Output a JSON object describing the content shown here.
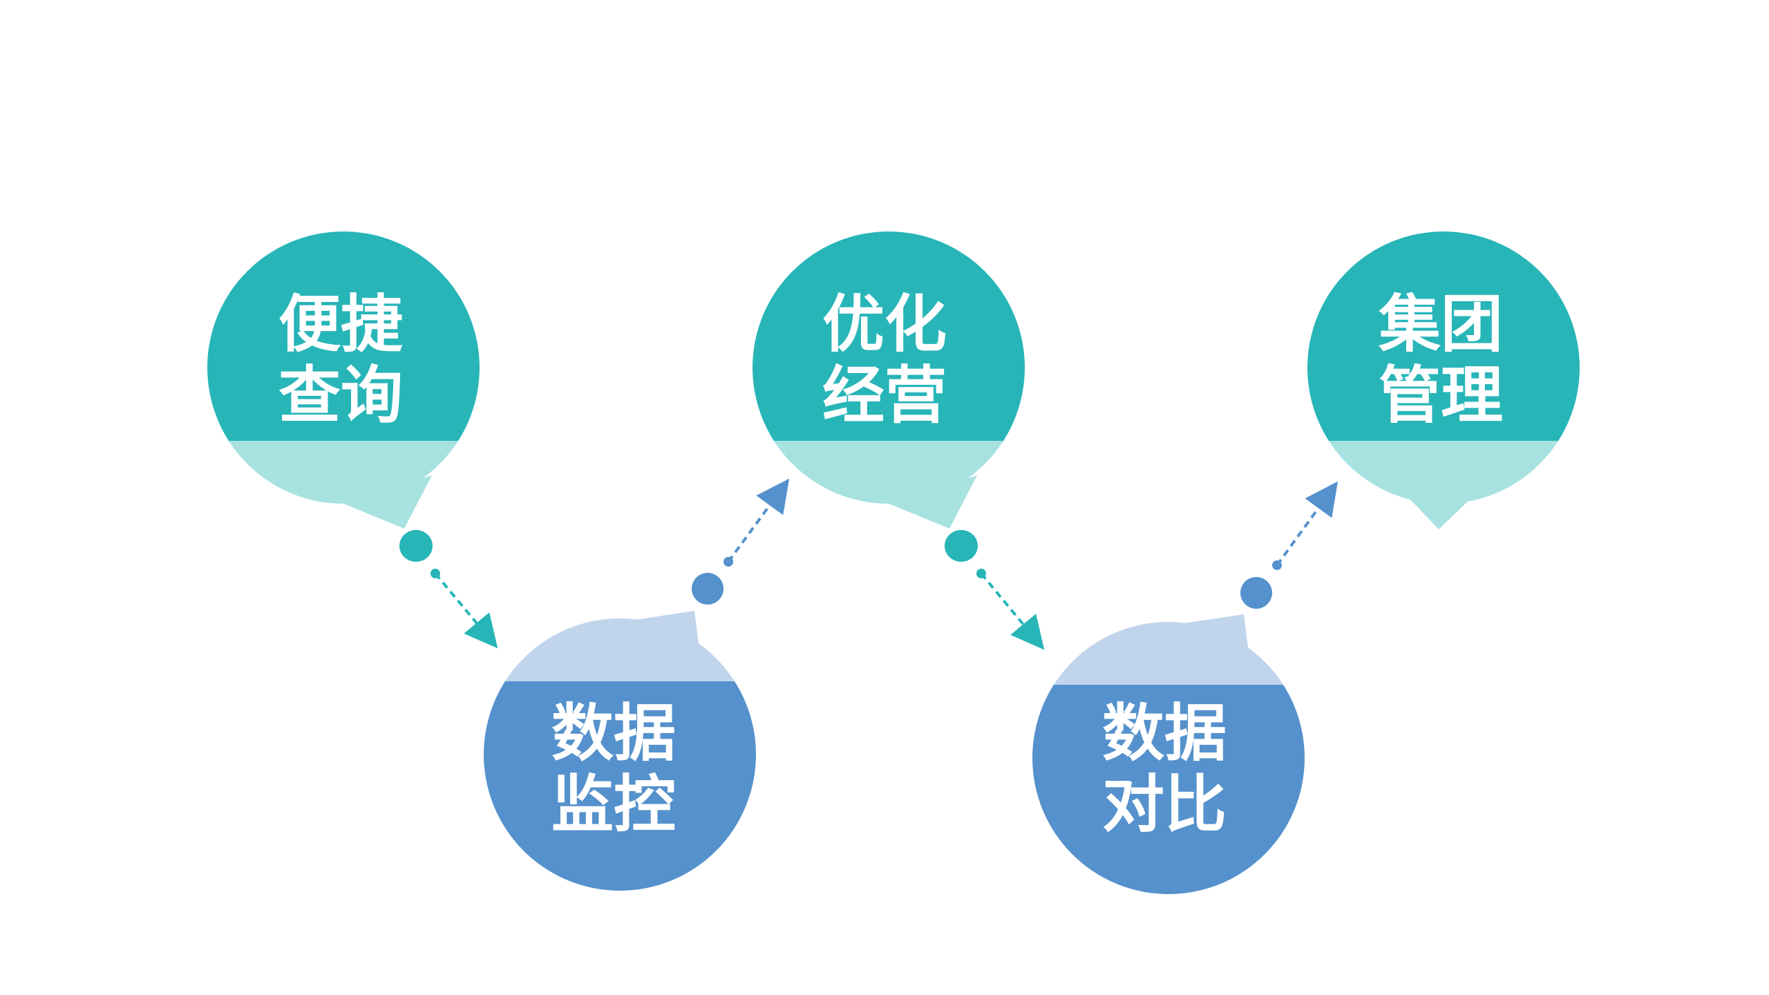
{
  "colors": {
    "teal": "#27b5b8",
    "teal_light": "#a7e2e1",
    "blue": "#5591cc",
    "blue_light": "#c0d5ec",
    "background": "#ffffff"
  },
  "nodes": [
    {
      "id": "quick-query",
      "line1": "便捷",
      "line2": "查询",
      "theme": "teal"
    },
    {
      "id": "data-monitor",
      "line1": "数据",
      "line2": "监控",
      "theme": "blue"
    },
    {
      "id": "optimize-operation",
      "line1": "优化",
      "line2": "经营",
      "theme": "teal"
    },
    {
      "id": "data-compare",
      "line1": "数据",
      "line2": "对比",
      "theme": "blue"
    },
    {
      "id": "group-management",
      "line1": "集团",
      "line2": "管理",
      "theme": "teal"
    }
  ]
}
